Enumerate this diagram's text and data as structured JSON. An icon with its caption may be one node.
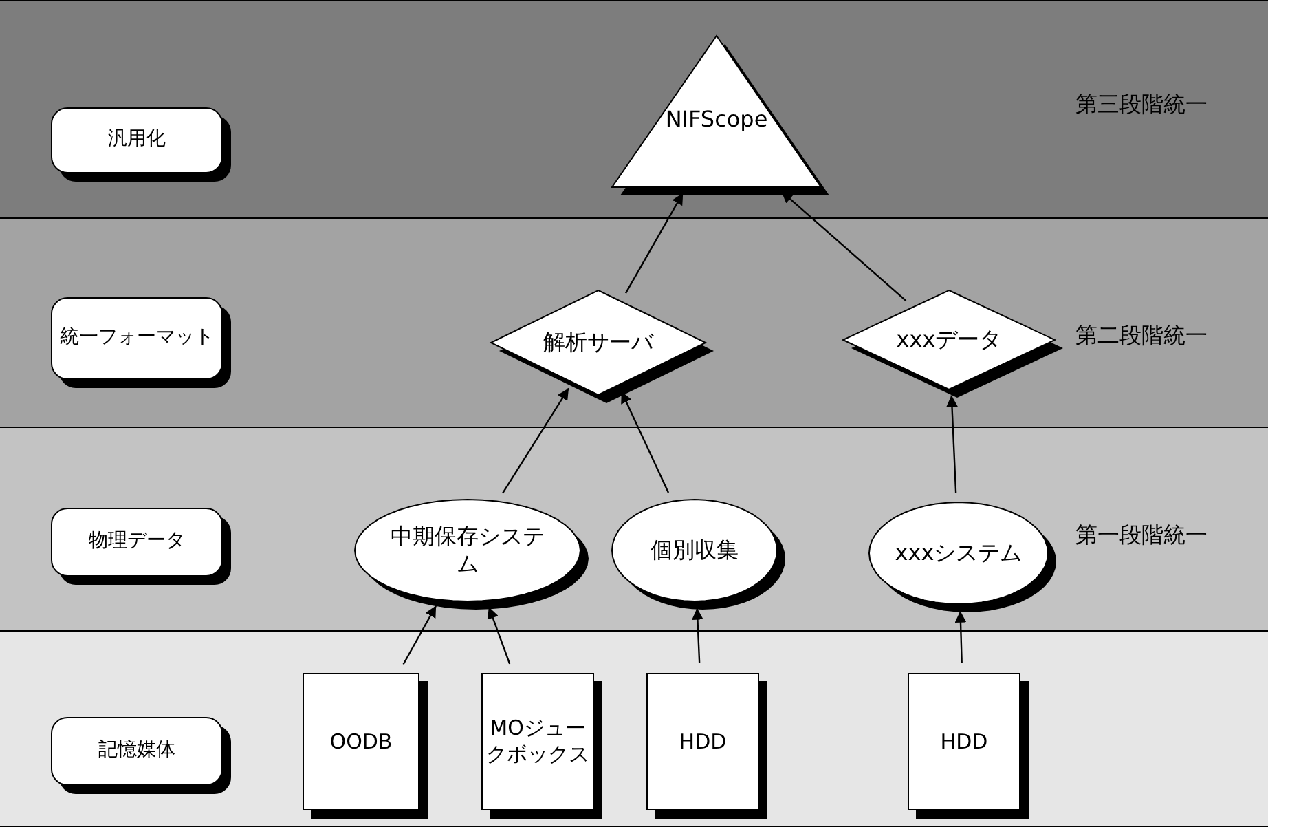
{
  "diagram": {
    "nodes": [
      {
        "text": [
          "第三段階統一"
        ]
      },
      {
        "text": [
          "汎用化"
        ],
        "in": 0
      },
      {
        "text": [
          "NIFScope"
        ],
        "in": 0
      },
      {
        "text": [
          "第二段階統一"
        ]
      },
      {
        "text": [
          "統一フォーマット"
        ],
        "in": 3
      },
      {
        "text": [
          "解析サーバ"
        ],
        "in": 3
      },
      {
        "text": [
          "xxxデータ"
        ],
        "in": 3
      },
      {
        "text": [
          "第一段階統一"
        ]
      },
      {
        "text": [
          "物理データ"
        ],
        "in": 7
      },
      {
        "text": [
          "中期保存システム"
        ],
        "in": 7
      },
      {
        "text": [
          "個別収集"
        ],
        "in": 7
      },
      {
        "text": [
          "xxxシステム"
        ],
        "in": 7
      },
      {
        "text": [],
        "shape": "band"
      },
      {
        "text": [
          "記憶媒体"
        ],
        "in": 12
      },
      {
        "text": [
          "OODB"
        ],
        "in": 12
      },
      {
        "text": [
          "MOジュークボックス"
        ],
        "in": 12
      },
      {
        "text": [
          "HDD"
        ],
        "in": 12
      },
      {
        "text": [
          "HDD"
        ],
        "in": 12
      }
    ],
    "edges": [
      {
        "from": 14,
        "to": 9,
        "arrow": "to"
      },
      {
        "from": 15,
        "to": 9,
        "arrow": "to"
      },
      {
        "from": 16,
        "to": 10,
        "arrow": "to"
      },
      {
        "from": 17,
        "to": 11,
        "arrow": "to"
      },
      {
        "from": 9,
        "to": 5,
        "arrow": "to"
      },
      {
        "from": 10,
        "to": 5,
        "arrow": "to"
      },
      {
        "from": 11,
        "to": 6,
        "arrow": "to"
      },
      {
        "from": 5,
        "to": 2,
        "arrow": "to"
      },
      {
        "from": 6,
        "to": 2,
        "arrow": "to"
      }
    ]
  }
}
